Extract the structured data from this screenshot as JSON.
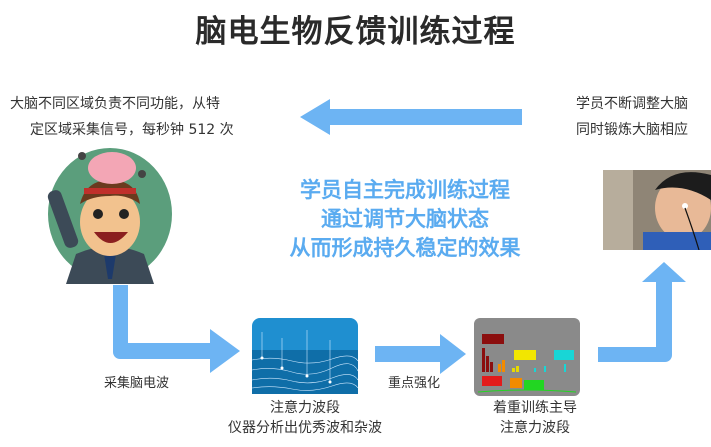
{
  "title": "脑电生物反馈训练过程",
  "left_desc": [
    "大脑不同区域负责不同功能，从特",
    "定区域采集信号，每秒钟 512 次"
  ],
  "right_desc": [
    "学员不断调整大脑",
    "同时锻炼大脑相应"
  ],
  "center_text": [
    "学员自主完成训练过程",
    "通过调节大脑状态",
    "从而形成持久稳定的效果"
  ],
  "labels": {
    "collect": "采集脑电波",
    "emphasize": "重点强化"
  },
  "captions": {
    "analysis": [
      "注意力波段",
      "仪器分析出优秀波和杂波"
    ],
    "training": [
      "着重训练主导",
      "注意力波段"
    ]
  },
  "colors": {
    "arrow": "#6db4f3",
    "accent_text": "#5aabf0",
    "circle": "#5b9e7c"
  }
}
